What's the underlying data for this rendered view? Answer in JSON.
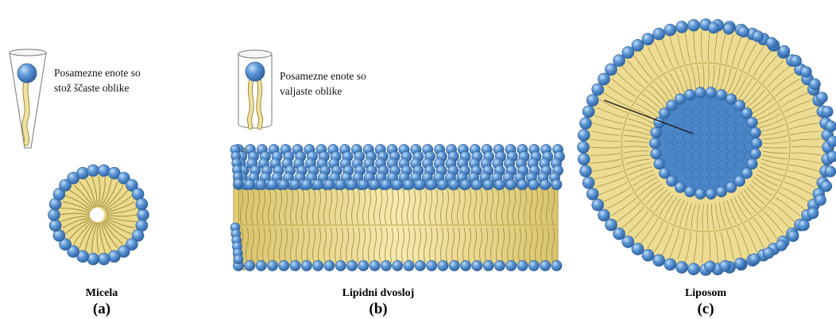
{
  "colors": {
    "head": "#4f8ccf",
    "head_highlight": "#b9d7f4",
    "head_outline": "#2f5f96",
    "tail": "#ecdb8c",
    "tail_outline": "#a08a3c",
    "core": "#4a86c8"
  },
  "panels": [
    {
      "id": "a",
      "note_lines": [
        "Posamezne enote so",
        "stož ščaste oblike"
      ],
      "name": "Micela",
      "letter": "(a)"
    },
    {
      "id": "b",
      "note_lines": [
        "Posamezne enote so",
        "valjaste oblike"
      ],
      "name": "Lipidni dvosloj",
      "letter": "(b)"
    },
    {
      "id": "c",
      "note_lines": [],
      "name": "Liposom",
      "letter": "(c)"
    }
  ]
}
